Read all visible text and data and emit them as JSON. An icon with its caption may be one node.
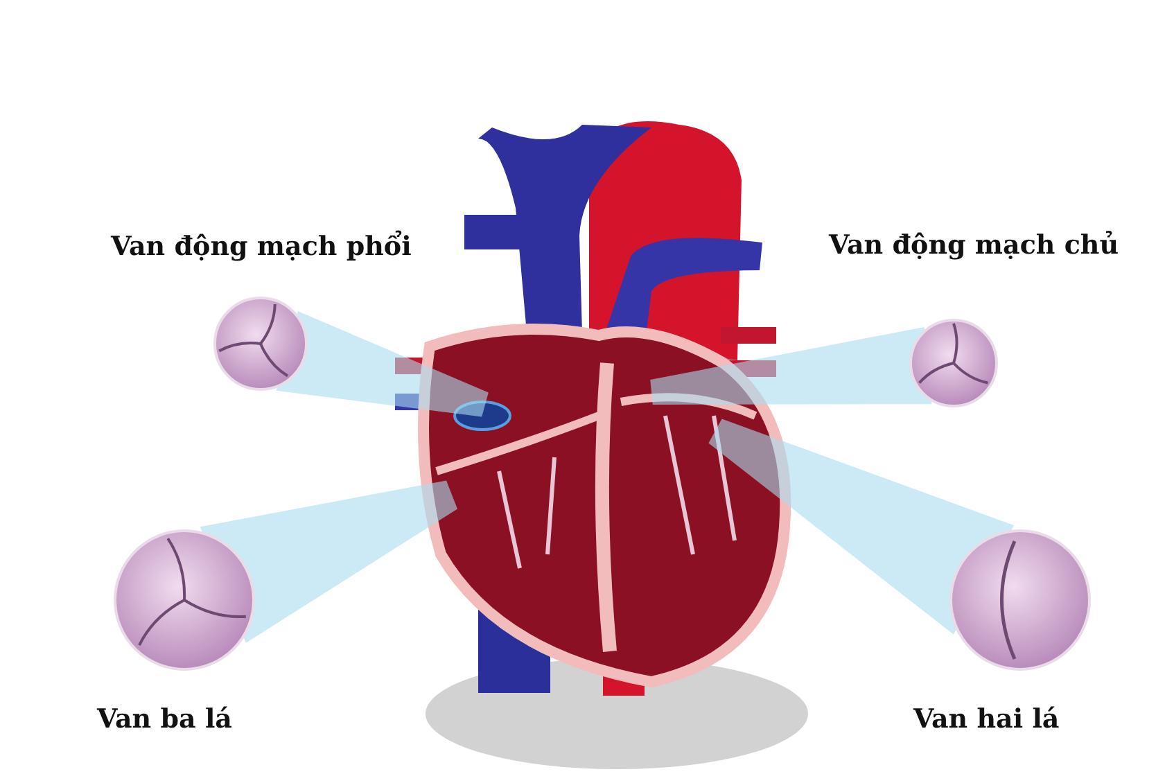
{
  "diagram": {
    "nodes": [
      {
        "text": [],
        "shape": "picture"
      },
      {
        "text": [
          "Van động mạch phổi"
        ]
      },
      {
        "text": [
          "Van động mạch chủ"
        ]
      },
      {
        "text": [
          "Van ba lá"
        ]
      },
      {
        "text": [
          "Van hai lá"
        ]
      }
    ],
    "edges": [
      {
        "from": 1,
        "to": 0,
        "arrow": "none"
      },
      {
        "from": 2,
        "to": 0,
        "arrow": "none"
      },
      {
        "from": 3,
        "to": 0,
        "arrow": "none"
      },
      {
        "from": 4,
        "to": 0,
        "arrow": "none"
      }
    ]
  }
}
